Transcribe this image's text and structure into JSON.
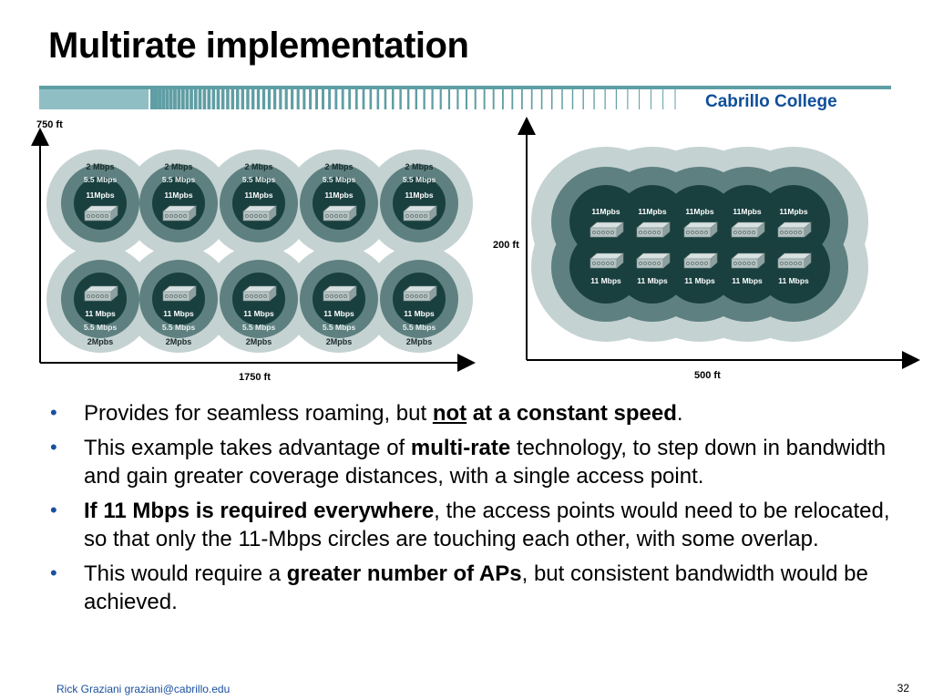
{
  "slide": {
    "title": "Multirate implementation",
    "college": "Cabrillo College",
    "footer": "Rick Graziani  graziani@cabrillo.edu",
    "page_number": "32"
  },
  "diagram_left": {
    "y_label": "750 ft",
    "x_label": "1750 ft",
    "top_row": {
      "outer": "2 Mbps",
      "middle": "5.5 Mbps",
      "inner": "11Mpbs"
    },
    "bottom_row": {
      "inner": "11 Mbps",
      "middle": "5.5 Mbps",
      "outer": "2Mpbs"
    }
  },
  "diagram_right": {
    "y_label": "200 ft",
    "x_label": "500 ft",
    "top_row": {
      "inner": "11Mpbs"
    },
    "bottom_row": {
      "inner": "11 Mbps"
    }
  },
  "bullets": [
    {
      "pre": "Provides for seamless roaming, but ",
      "underlined": "not",
      "bold": " at a constant speed",
      "post": "."
    },
    {
      "pre": "This example takes advantage of ",
      "bold": "multi-rate",
      "post": " technology, to step down in bandwidth and gain greater coverage distances, with a single access point."
    },
    {
      "bold": "If 11 Mbps is required everywhere",
      "post": ", the access points would need to be relocated, so that only the 11-Mbps circles are touching each other, with some overlap."
    },
    {
      "pre": "This would require a ",
      "bold": "greater number of APs",
      "post": ", but consistent bandwidth would be achieved."
    }
  ],
  "colors": {
    "accent_blue": "#1a4f9e",
    "ring_outer": "#c5d2d2",
    "ring_middle": "#5e8080",
    "ring_inner": "#1a3f3f",
    "banner_teal": "#5f9ea4"
  },
  "icons": {
    "bullet": "bullet-dot-icon",
    "access_point": "access-point-icon"
  }
}
